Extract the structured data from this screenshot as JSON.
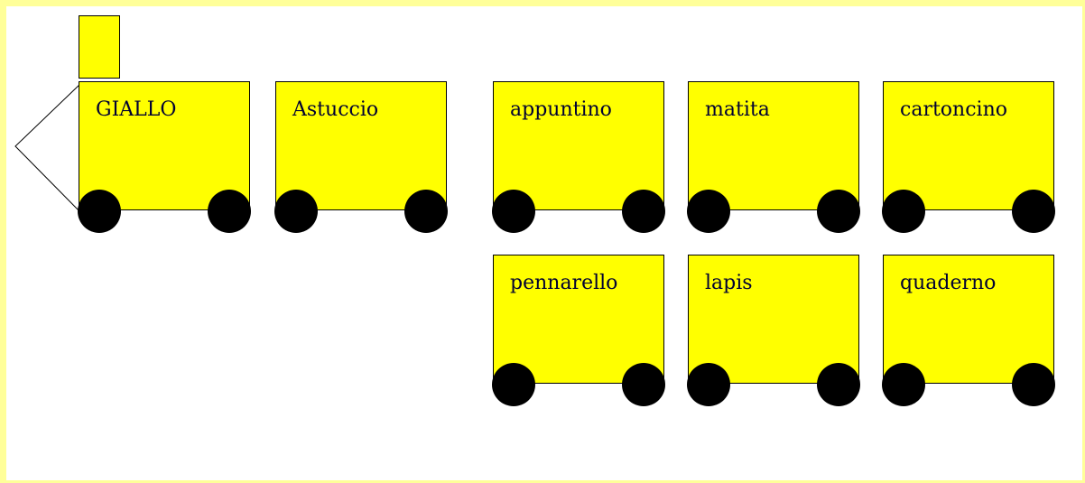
{
  "colors": {
    "wagon_fill": "#ffff00",
    "frame_border": "#ffff99",
    "wheel": "#000000",
    "label_text": "#000033"
  },
  "locomotive": {
    "label": "GIALLO",
    "chimney_icon": "chimney-icon",
    "nose_icon": "locomotive-nose-icon"
  },
  "first_wagon": {
    "label": "Astuccio"
  },
  "word_wagons": [
    {
      "label": "appuntino"
    },
    {
      "label": "matita"
    },
    {
      "label": "cartoncino"
    },
    {
      "label": "pennarello"
    },
    {
      "label": "lapis"
    },
    {
      "label": "quaderno"
    }
  ]
}
